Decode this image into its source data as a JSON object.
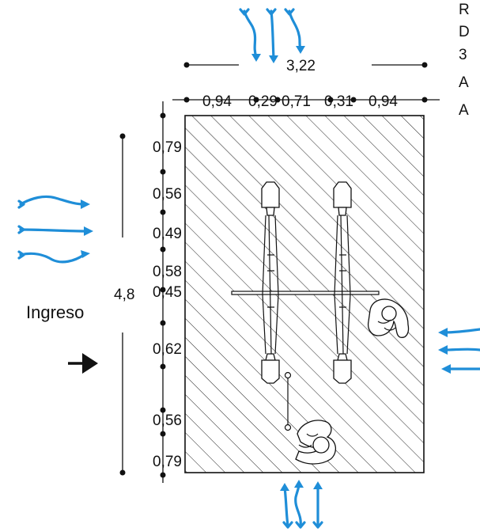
{
  "dimensions": {
    "overall_width": "3,22",
    "segments_width": [
      "0,94",
      "0,29",
      "0,71",
      "0,31",
      "0,94"
    ],
    "overall_height": "4,8",
    "segments_height": [
      "0,79",
      "0,56",
      "0,49",
      "0,58",
      "0,45",
      "0,62",
      "0,56",
      "0,79"
    ]
  },
  "entrance_label": "Ingreso",
  "side_text_fragments": [
    "R",
    "D",
    "3",
    "A",
    "A"
  ],
  "colors": {
    "wind_arrows": "#1f8ed8",
    "lines": "#111111",
    "hatch": "#222222"
  },
  "icons": [
    "wind-arrow-icon",
    "entrance-arrow-icon",
    "stretcher-icon",
    "person-icon",
    "iv-stand-icon"
  ]
}
